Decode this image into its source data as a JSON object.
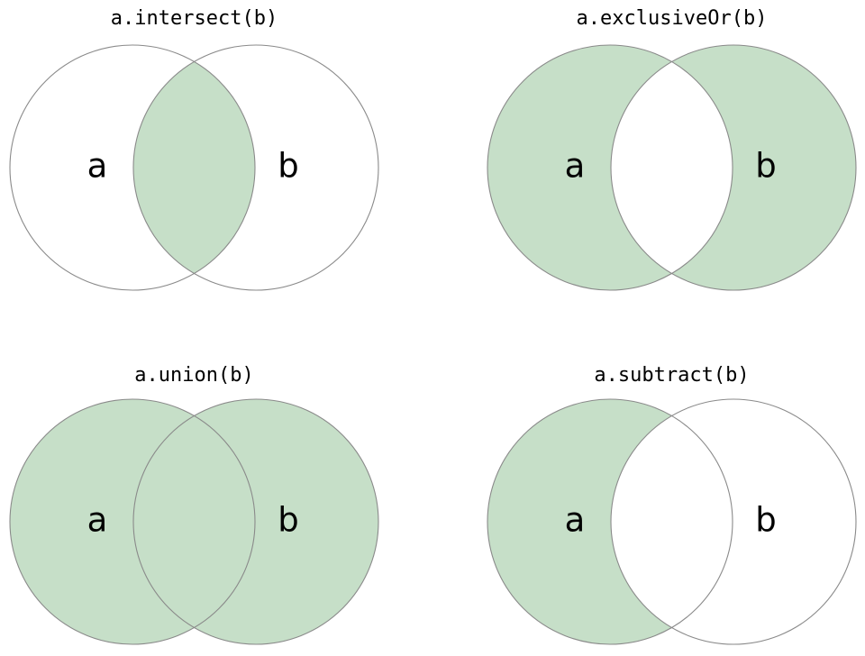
{
  "page": {
    "background": "#ffffff"
  },
  "colors": {
    "region_fill": "#c6dfc8",
    "region_empty": "#ffffff",
    "circle_stroke": "#8a8a8a",
    "text": "#000000"
  },
  "diagrams": [
    {
      "id": "intersect",
      "title": "a.intersect(b)",
      "label_a": "a",
      "label_b": "b",
      "regions": {
        "a_only": false,
        "overlap": true,
        "b_only": false
      }
    },
    {
      "id": "exclusiveOr",
      "title": "a.exclusiveOr(b)",
      "label_a": "a",
      "label_b": "b",
      "regions": {
        "a_only": true,
        "overlap": false,
        "b_only": true
      }
    },
    {
      "id": "union",
      "title": "a.union(b)",
      "label_a": "a",
      "label_b": "b",
      "regions": {
        "a_only": true,
        "overlap": true,
        "b_only": true
      }
    },
    {
      "id": "subtract",
      "title": "a.subtract(b)",
      "label_a": "a",
      "label_b": "b",
      "regions": {
        "a_only": true,
        "overlap": false,
        "b_only": false
      }
    }
  ]
}
